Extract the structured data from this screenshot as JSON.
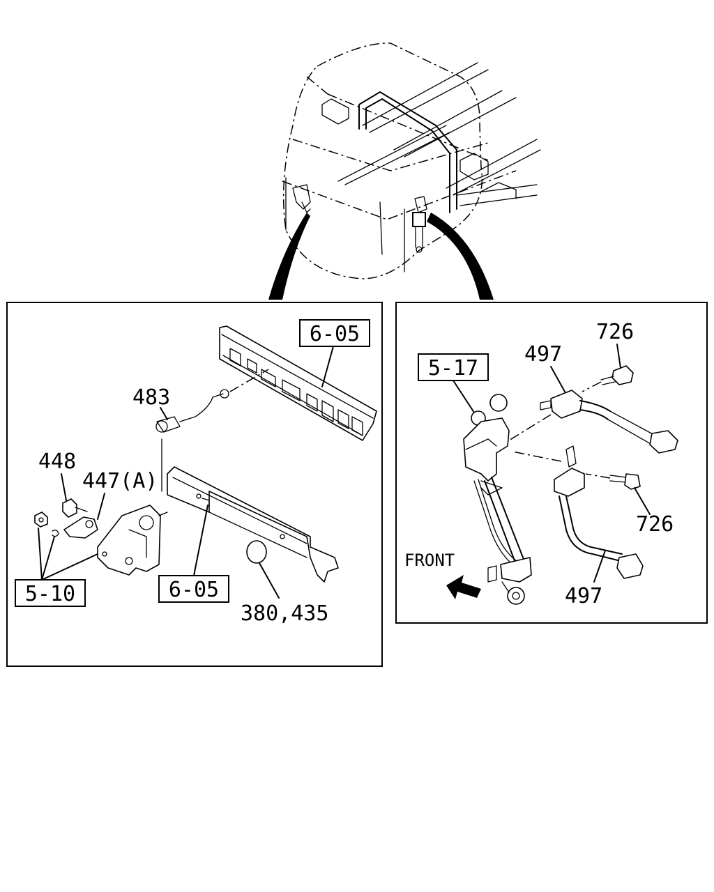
{
  "diagram": {
    "left_panel": {
      "refs": {
        "ref_605_top": "6-05",
        "ref_605_bottom": "6-05",
        "ref_510": "5-10"
      },
      "labels": {
        "part_483": "483",
        "part_448": "448",
        "part_447a": "447(A)",
        "part_380_435": "380,435"
      }
    },
    "right_panel": {
      "refs": {
        "ref_517": "5-17"
      },
      "labels": {
        "part_726_top": "726",
        "part_497_top": "497",
        "part_726_bottom": "726",
        "part_497_bottom": "497",
        "front": "FRONT"
      }
    }
  }
}
